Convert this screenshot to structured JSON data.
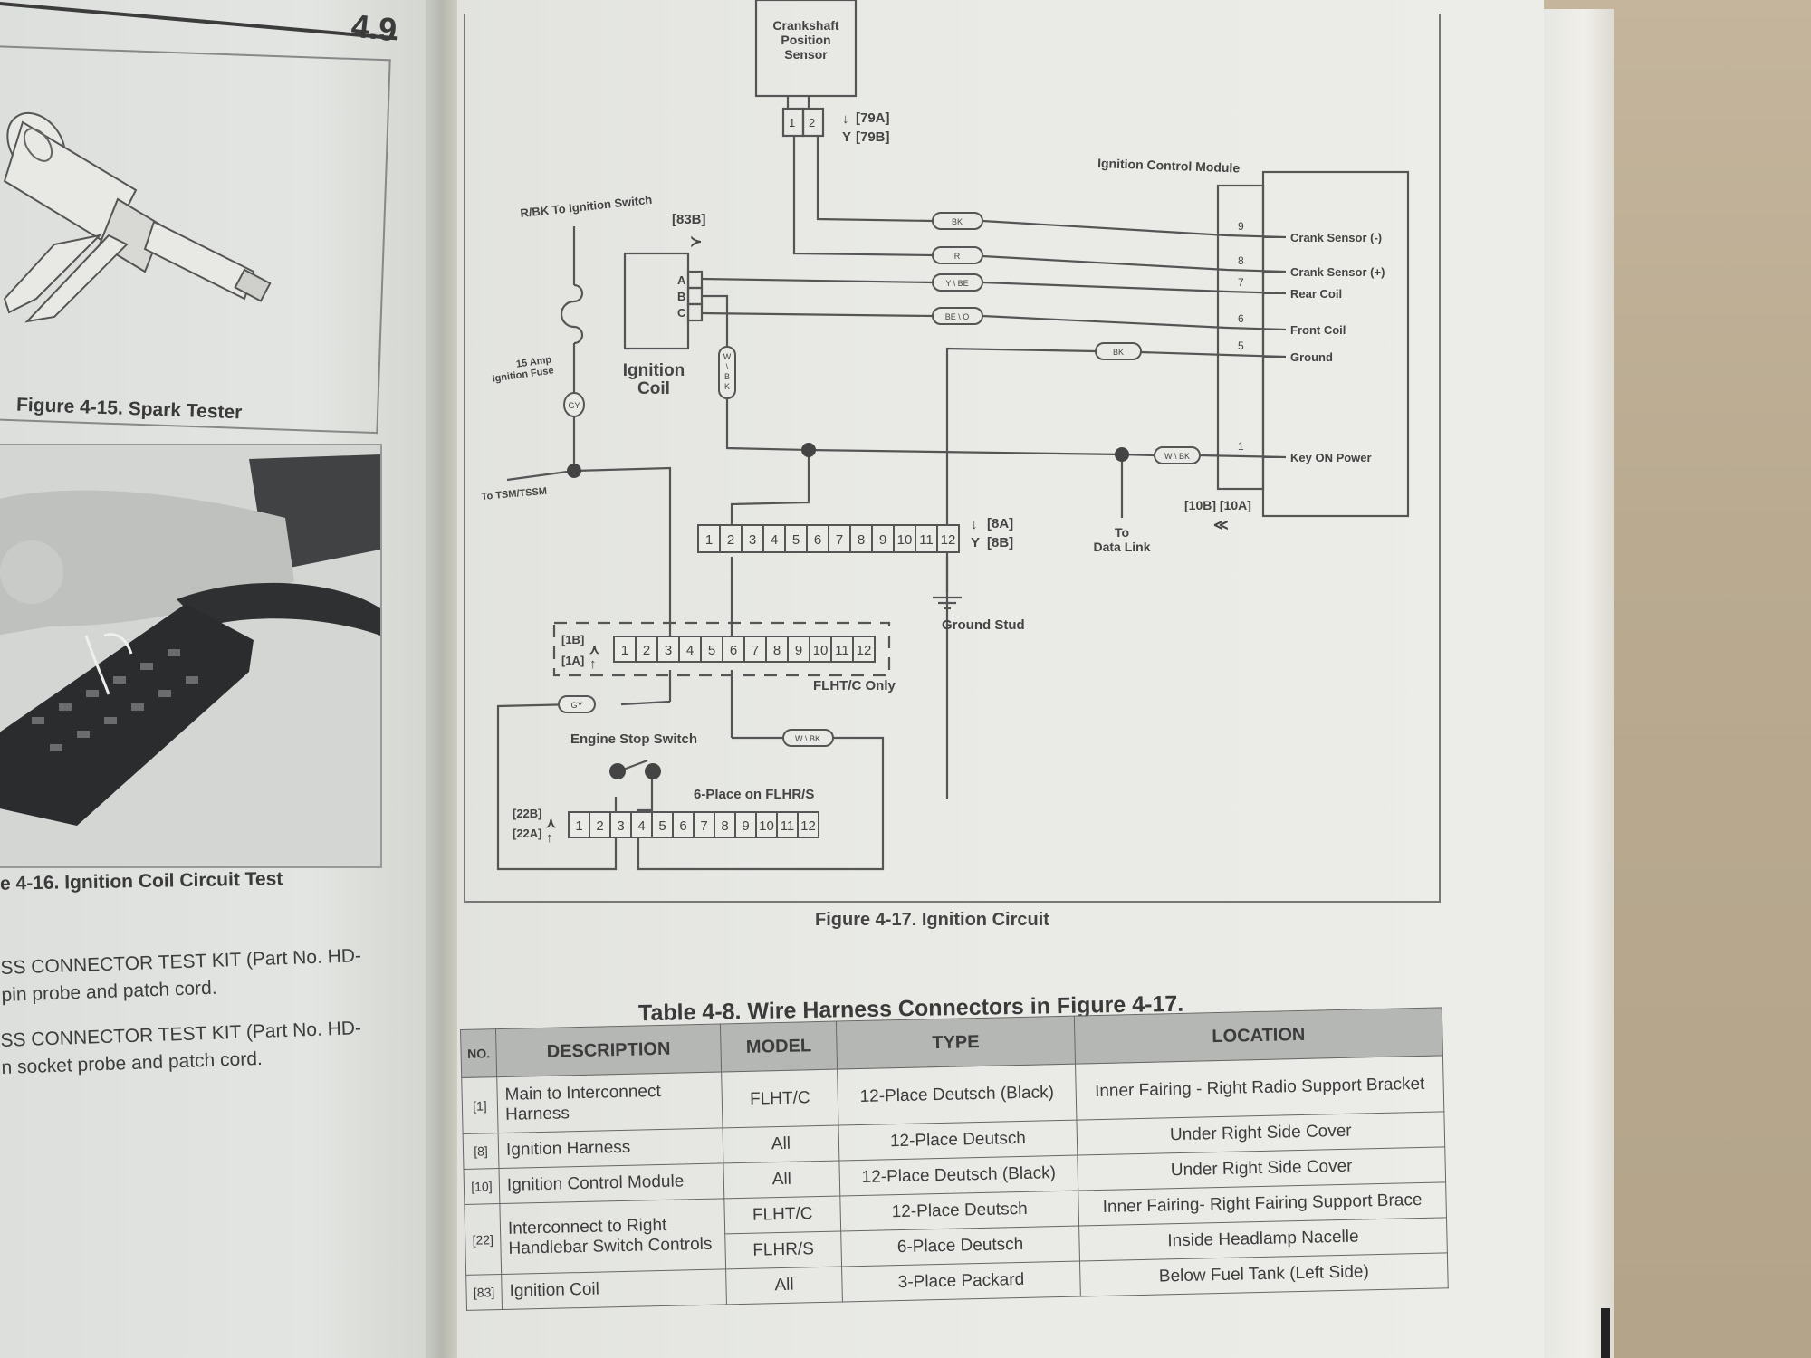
{
  "left_page": {
    "page_number": "4.9",
    "figure_15_caption": "Figure 4-15. Spark Tester",
    "figure_16_caption": "e 4-16. Ignition Coil Circuit Test",
    "paragraphs": [
      {
        "line1": "SS CONNECTOR TEST KIT (Part No. HD-",
        "line2": "pin probe and patch cord."
      },
      {
        "line1": "SS CONNECTOR TEST KIT (Part No. HD-",
        "line2": "n socket probe and patch cord."
      }
    ]
  },
  "diagram": {
    "crank_sensor": {
      "label_lines": [
        "Crankshaft",
        "Position",
        "Sensor"
      ],
      "pins": [
        "1",
        "2"
      ],
      "connector_a": "[79A]",
      "connector_b": "[79B]"
    },
    "ignition_switch_label": "R/BK To Ignition Switch",
    "fuse_label_lines": [
      "15 Amp",
      "Ignition Fuse"
    ],
    "coil": {
      "label_lines": [
        "Ignition",
        "Coil"
      ],
      "pins": [
        "A",
        "B",
        "C"
      ],
      "connector": "[83B]"
    },
    "tsm_label": "To TSM/TSSM",
    "icm": {
      "title": "Ignition Control Module",
      "pins": [
        {
          "num": "9",
          "label": "Crank Sensor (-)",
          "wire": "BK"
        },
        {
          "num": "8",
          "label": "Crank Sensor (+)",
          "wire": "R"
        },
        {
          "num": "7",
          "label": "Rear Coil",
          "wire": "Y \\ BE"
        },
        {
          "num": "6",
          "label": "Front Coil",
          "wire": "BE \\ O"
        },
        {
          "num": "5",
          "label": "Ground",
          "wire": "BK"
        },
        {
          "num": "1",
          "label": "Key ON Power",
          "wire": "W \\ BK"
        }
      ],
      "connector": "[10B] [10A]"
    },
    "wire_gy": "GY",
    "wire_wbk_vertical": [
      "W",
      "\\",
      "B",
      "K"
    ],
    "conn8": {
      "pins": [
        "1",
        "2",
        "3",
        "4",
        "5",
        "6",
        "7",
        "8",
        "9",
        "10",
        "11",
        "12"
      ],
      "a": "[8A]",
      "b": "[8B]"
    },
    "data_link_lines": [
      "To",
      "Data Link"
    ],
    "ground_stud": "Ground Stud",
    "conn1": {
      "pins": [
        "1",
        "2",
        "3",
        "4",
        "5",
        "6",
        "7",
        "8",
        "9",
        "10",
        "11",
        "12"
      ],
      "b": "[1B]",
      "a": "[1A]",
      "note": "FLHT/C Only"
    },
    "engine_stop_switch": "Engine Stop Switch",
    "wire_wbk_lower": "W \\ BK",
    "conn22": {
      "pins": [
        "1",
        "2",
        "3",
        "4",
        "5",
        "6",
        "7",
        "8",
        "9",
        "10",
        "11",
        "12"
      ],
      "b": "[22B]",
      "a": "[22A]",
      "note": "6-Place on FLHR/S"
    },
    "caption": "Figure 4-17. Ignition Circuit"
  },
  "table": {
    "title": "Table 4-8. Wire Harness Connectors in Figure 4-17.",
    "headers": [
      "NO.",
      "DESCRIPTION",
      "MODEL",
      "TYPE",
      "LOCATION"
    ],
    "rows": [
      {
        "no": "[1]",
        "description": "Main to Interconnect Harness",
        "model": "FLHT/C",
        "type": "12-Place Deutsch (Black)",
        "location": "Inner Fairing - Right Radio Support Bracket"
      },
      {
        "no": "[8]",
        "description": "Ignition Harness",
        "model": "All",
        "type": "12-Place Deutsch",
        "location": "Under Right Side Cover"
      },
      {
        "no": "[10]",
        "description": "Ignition Control Module",
        "model": "All",
        "type": "12-Place Deutsch (Black)",
        "location": "Under Right Side Cover"
      },
      {
        "no": "[22]",
        "description": "Interconnect to Right Handlebar Switch Controls",
        "model": "FLHT/C",
        "type": "12-Place Deutsch",
        "location": "Inner Fairing- Right Fairing Support Brace"
      },
      {
        "no": "",
        "description": "",
        "model": "FLHR/S",
        "type": "6-Place Deutsch",
        "location": "Inside Headlamp Nacelle"
      },
      {
        "no": "[83]",
        "description": "Ignition Coil",
        "model": "All",
        "type": "3-Place Packard",
        "location": "Below Fuel Tank (Left Side)"
      }
    ]
  }
}
